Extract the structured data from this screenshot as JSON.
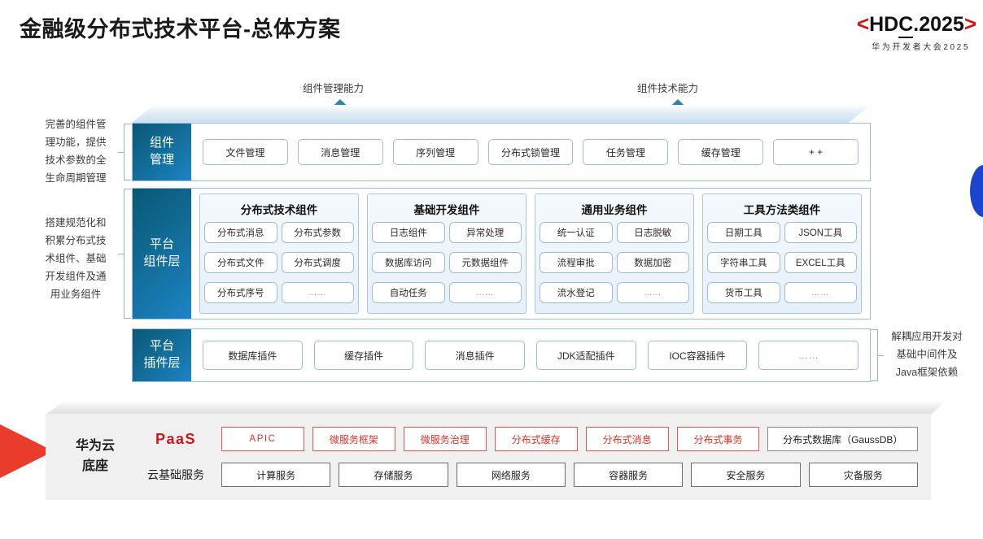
{
  "header": {
    "title": "金融级分布式技术平台-总体方案",
    "logo_prefix": "<",
    "logo_main_a": "HD",
    "logo_main_c": "C",
    "logo_main_b": ".2025",
    "logo_suffix": ">",
    "logo_subtitle": "华为开发者大会2025"
  },
  "arrows": [
    {
      "label": "组件管理能力"
    },
    {
      "label": "组件技术能力"
    }
  ],
  "side_notes": {
    "left_top": [
      "完善的组件管",
      "理功能，提供",
      "技术参数的全",
      "生命周期管理"
    ],
    "left_bottom": [
      "搭建规范化和",
      "积累分布式技",
      "术组件、基础",
      "开发组件及通",
      "用业务组件"
    ],
    "right": [
      "解耦应用开发对",
      "基础中间件及",
      "Java框架依赖"
    ]
  },
  "component_management": {
    "label_lines": [
      "组件",
      "管理"
    ],
    "items": [
      "文件管理",
      "消息管理",
      "序列管理",
      "分布式锁管理",
      "任务管理",
      "缓存管理",
      "+ +"
    ]
  },
  "platform_components": {
    "label_lines": [
      "平台",
      "组件层"
    ],
    "groups": [
      {
        "title": "分布式技术组件",
        "items": [
          "分布式消息",
          "分布式参数",
          "分布式文件",
          "分布式调度",
          "分布式序号",
          "……"
        ]
      },
      {
        "title": "基础开发组件",
        "items": [
          "日志组件",
          "异常处理",
          "数据库访问",
          "元数据组件",
          "自动任务",
          "……"
        ]
      },
      {
        "title": "通用业务组件",
        "items": [
          "统一认证",
          "日志脱敏",
          "流程审批",
          "数据加密",
          "流水登记",
          "……"
        ]
      },
      {
        "title": "工具方法类组件",
        "items": [
          "日期工具",
          "JSON工具",
          "字符串工具",
          "EXCEL工具",
          "货币工具",
          "……"
        ]
      }
    ]
  },
  "plugin_layer": {
    "label_lines": [
      "平台",
      "插件层"
    ],
    "items": [
      "数据库插件",
      "缓存插件",
      "消息插件",
      "JDK适配插件",
      "IOC容器插件",
      "……"
    ]
  },
  "cloud_base": {
    "label_lines": [
      "华为云",
      "底座"
    ],
    "paas_label": "PaaS",
    "basic_label": "云基础服务",
    "paas_items": [
      {
        "text": "APIC",
        "style": "red-apic"
      },
      {
        "text": "微服务框架",
        "style": "red"
      },
      {
        "text": "微服务治理",
        "style": "red"
      },
      {
        "text": "分布式缓存",
        "style": "red"
      },
      {
        "text": "分布式消息",
        "style": "red"
      },
      {
        "text": "分布式事务",
        "style": "red"
      },
      {
        "text": "分布式数据库（GaussDB）",
        "style": "gray-strong"
      }
    ],
    "basic_items": [
      "计算服务",
      "存储服务",
      "网络服务",
      "容器服务",
      "安全服务",
      "灾备服务"
    ]
  },
  "colors": {
    "brand_red": "#d4121a",
    "paas_red": "#c9171e",
    "panel_blue_dark": "#0a5876",
    "panel_blue_light": "#1d84c6",
    "blob_blue": "#1c45cf",
    "wedge_red": "#ea3c2d"
  }
}
